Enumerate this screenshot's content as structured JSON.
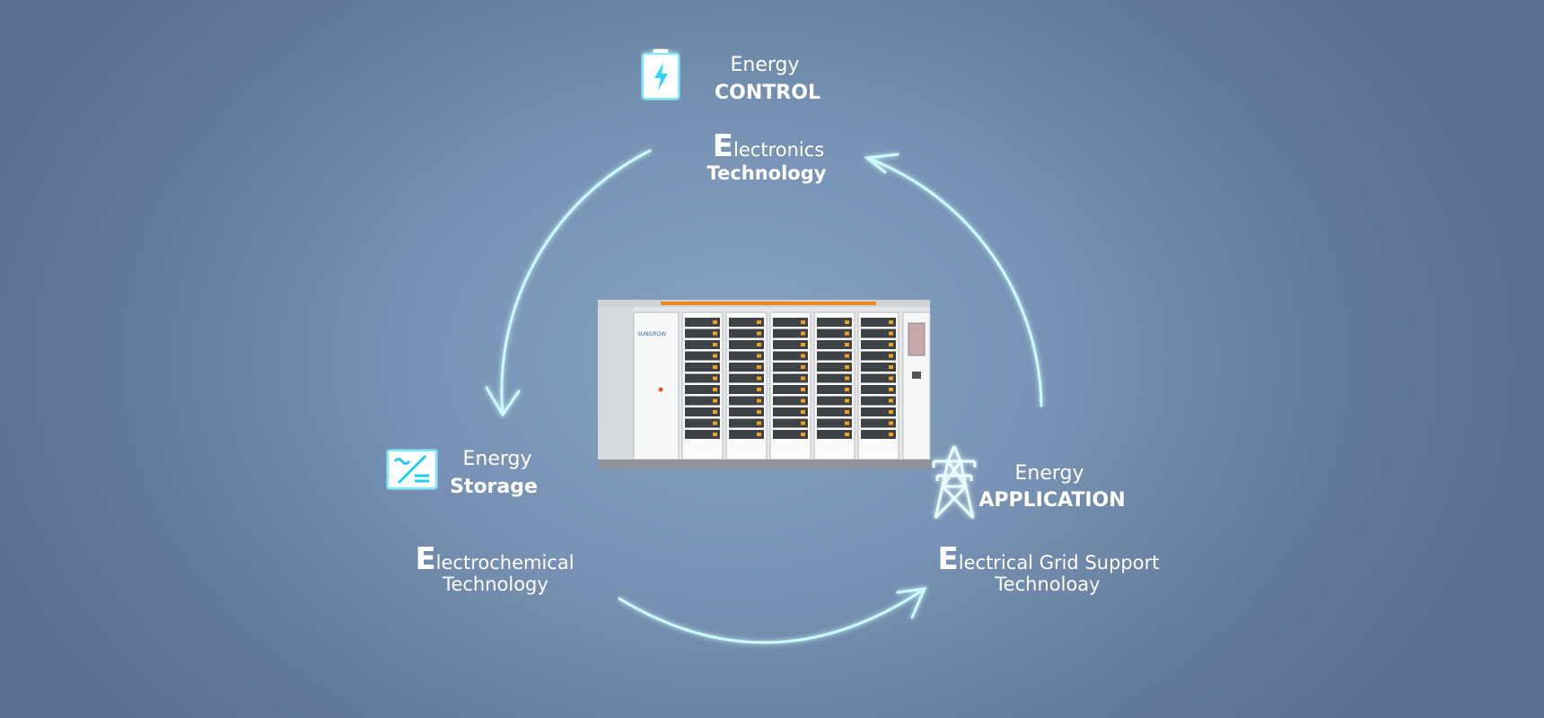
{
  "control": {
    "icon": "battery-bolt-icon",
    "line1": "Energy",
    "line2": "CONTROL",
    "tech_initial": "E",
    "tech_rest": "lectronics",
    "tech_line2": "Technology"
  },
  "storage": {
    "icon": "ac-dc-converter-icon",
    "line1": "Energy",
    "line2": "Storage",
    "tech_initial": "E",
    "tech_rest": "lectrochemical",
    "tech_line2": "Technology"
  },
  "application": {
    "icon": "power-tower-icon",
    "line1": "Energy",
    "line2": "APPLICATION",
    "tech_initial": "E",
    "tech_rest": "lectrical Grid Support",
    "tech_line2": "Technoloay"
  },
  "product": {
    "brand": "SUNGROW"
  },
  "colors": {
    "glow": "#3fe6ff",
    "text": "#ffffff"
  }
}
